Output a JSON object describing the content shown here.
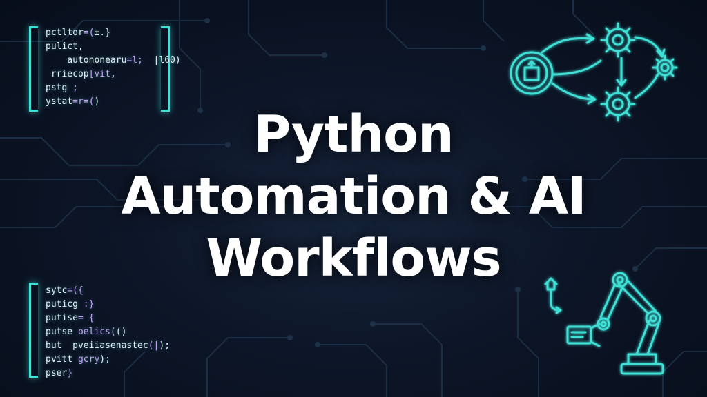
{
  "title": {
    "line1": "Python",
    "line2": "Automation & AI",
    "line3": "Workflows"
  },
  "code_top": {
    "lines": [
      {
        "a": "pctltor",
        "b": "=(",
        "c": "±.}"
      },
      {
        "a": "pulict,",
        "b": "",
        "c": ""
      },
      {
        "a": "    autononearu",
        "b": "=l;",
        "c": "  |l60)"
      },
      {
        "a": " rriecop",
        "b": "[vit",
        "c": ","
      },
      {
        "a": "pstg",
        "b": " ;",
        "c": ""
      },
      {
        "a": "ystat",
        "b": "=r=(",
        "c": ")"
      }
    ]
  },
  "code_bottom": {
    "lines": [
      {
        "a": "sytc",
        "b": "=({",
        "c": ""
      },
      {
        "a": "puticg",
        "b": " :}",
        "c": ""
      },
      {
        "a": "putise",
        "b": "= {",
        "c": ""
      },
      {
        "a": "putse",
        "b": " oelics(",
        "c": "()"
      },
      {
        "a": "but  pveiiasenastec",
        "b": "(|",
        "c": ");"
      },
      {
        "a": "pvitt",
        "b": " gcry",
        "c": ");"
      },
      {
        "a": "pser",
        "b": "}",
        "c": ""
      }
    ]
  },
  "colors": {
    "accent": "#3fe0d6",
    "background": "#0a1222",
    "title": "#ffffff",
    "code_keyword": "#c7a4f5"
  },
  "icons": {
    "workflow": "workflow-gears-icon",
    "robot": "robot-arm-icon"
  }
}
